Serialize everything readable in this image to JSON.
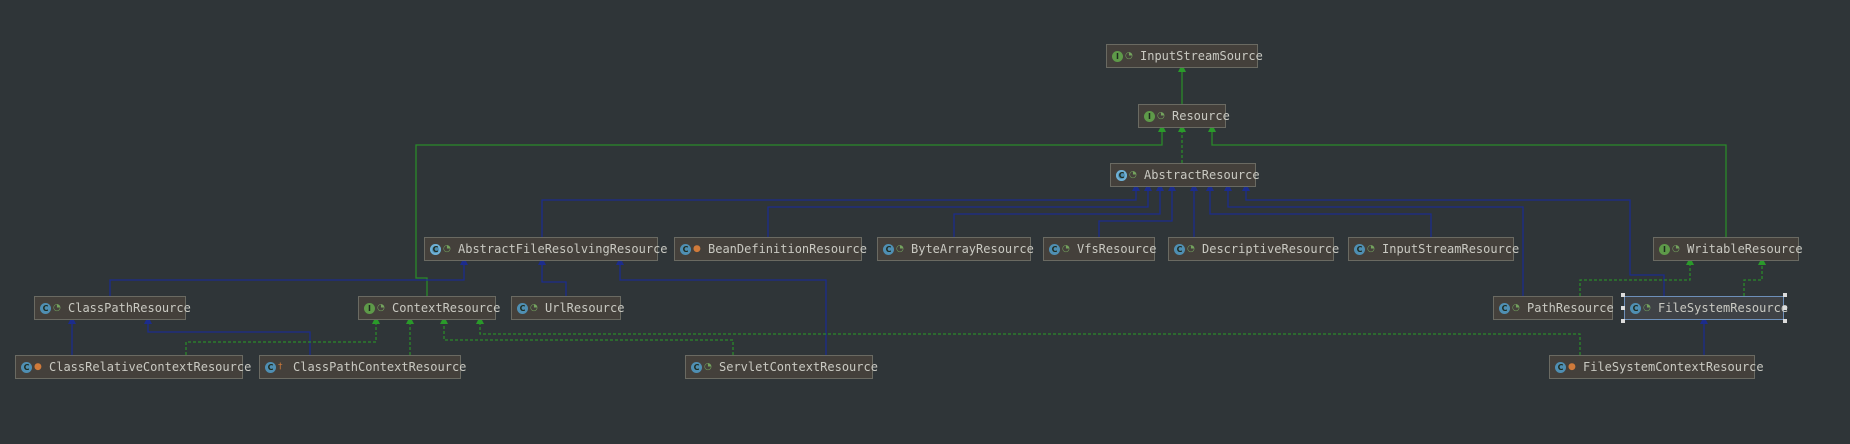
{
  "nodes": [
    {
      "id": "InputStreamSource",
      "label": "InputStreamSource",
      "kind": "interface",
      "visibility": "public"
    },
    {
      "id": "Resource",
      "label": "Resource",
      "kind": "interface",
      "visibility": "public"
    },
    {
      "id": "AbstractResource",
      "label": "AbstractResource",
      "kind": "abstract",
      "visibility": "public"
    },
    {
      "id": "AbstractFileResolvingResource",
      "label": "AbstractFileResolvingResource",
      "kind": "abstract",
      "visibility": "public"
    },
    {
      "id": "BeanDefinitionResource",
      "label": "BeanDefinitionResource",
      "kind": "class",
      "visibility": "package"
    },
    {
      "id": "ByteArrayResource",
      "label": "ByteArrayResource",
      "kind": "class",
      "visibility": "public"
    },
    {
      "id": "VfsResource",
      "label": "VfsResource",
      "kind": "class",
      "visibility": "public"
    },
    {
      "id": "DescriptiveResource",
      "label": "DescriptiveResource",
      "kind": "class",
      "visibility": "public"
    },
    {
      "id": "InputStreamResource",
      "label": "InputStreamResource",
      "kind": "class",
      "visibility": "public"
    },
    {
      "id": "WritableResource",
      "label": "WritableResource",
      "kind": "interface",
      "visibility": "public"
    },
    {
      "id": "ClassPathResource",
      "label": "ClassPathResource",
      "kind": "class",
      "visibility": "public"
    },
    {
      "id": "ContextResource",
      "label": "ContextResource",
      "kind": "interface",
      "visibility": "public"
    },
    {
      "id": "UrlResource",
      "label": "UrlResource",
      "kind": "class",
      "visibility": "public"
    },
    {
      "id": "PathResource",
      "label": "PathResource",
      "kind": "class",
      "visibility": "public"
    },
    {
      "id": "FileSystemResource",
      "label": "FileSystemResource",
      "kind": "class",
      "visibility": "public",
      "selected": true
    },
    {
      "id": "ClassRelativeContextResource",
      "label": "ClassRelativeContextResource",
      "kind": "class",
      "visibility": "private"
    },
    {
      "id": "ClassPathContextResource",
      "label": "ClassPathContextResource",
      "kind": "class",
      "visibility": "protected"
    },
    {
      "id": "ServletContextResource",
      "label": "ServletContextResource",
      "kind": "class",
      "visibility": "public"
    },
    {
      "id": "FileSystemContextResource",
      "label": "FileSystemContextResource",
      "kind": "class",
      "visibility": "private"
    }
  ],
  "edges": [
    {
      "from": "Resource",
      "to": "InputStreamSource",
      "type": "extends-interface"
    },
    {
      "from": "AbstractResource",
      "to": "Resource",
      "type": "implements"
    },
    {
      "from": "ContextResource",
      "to": "Resource",
      "type": "extends-interface"
    },
    {
      "from": "WritableResource",
      "to": "Resource",
      "type": "extends-interface"
    },
    {
      "from": "AbstractFileResolvingResource",
      "to": "AbstractResource",
      "type": "extends"
    },
    {
      "from": "BeanDefinitionResource",
      "to": "AbstractResource",
      "type": "extends"
    },
    {
      "from": "ByteArrayResource",
      "to": "AbstractResource",
      "type": "extends"
    },
    {
      "from": "VfsResource",
      "to": "AbstractResource",
      "type": "extends"
    },
    {
      "from": "DescriptiveResource",
      "to": "AbstractResource",
      "type": "extends"
    },
    {
      "from": "InputStreamResource",
      "to": "AbstractResource",
      "type": "extends"
    },
    {
      "from": "PathResource",
      "to": "AbstractResource",
      "type": "extends"
    },
    {
      "from": "FileSystemResource",
      "to": "AbstractResource",
      "type": "extends"
    },
    {
      "from": "ClassPathResource",
      "to": "AbstractFileResolvingResource",
      "type": "extends"
    },
    {
      "from": "UrlResource",
      "to": "AbstractFileResolvingResource",
      "type": "extends"
    },
    {
      "from": "ServletContextResource",
      "to": "AbstractFileResolvingResource",
      "type": "extends"
    },
    {
      "from": "PathResource",
      "to": "WritableResource",
      "type": "implements"
    },
    {
      "from": "FileSystemResource",
      "to": "WritableResource",
      "type": "implements"
    },
    {
      "from": "ClassRelativeContextResource",
      "to": "ClassPathResource",
      "type": "extends"
    },
    {
      "from": "ClassPathContextResource",
      "to": "ClassPathResource",
      "type": "extends"
    },
    {
      "from": "ClassRelativeContextResource",
      "to": "ContextResource",
      "type": "implements"
    },
    {
      "from": "ClassPathContextResource",
      "to": "ContextResource",
      "type": "implements"
    },
    {
      "from": "ServletContextResource",
      "to": "ContextResource",
      "type": "implements"
    },
    {
      "from": "FileSystemContextResource",
      "to": "ContextResource",
      "type": "implements"
    },
    {
      "from": "FileSystemContextResource",
      "to": "FileSystemResource",
      "type": "extends"
    }
  ],
  "colors": {
    "background": "#2f3538",
    "extends_edge": "#1c2c8c",
    "implements_edge": "#2a8a2a",
    "node_fill": "#44403b",
    "node_text": "#c9c9c2"
  }
}
